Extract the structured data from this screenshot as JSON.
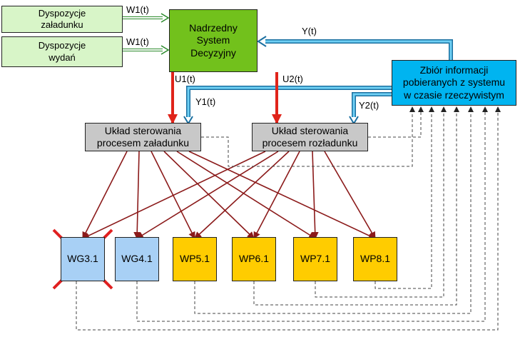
{
  "boxes": {
    "dispatch_loading": "Dyspozycje\nzaładunku",
    "dispatch_release": "Dyspozycje\nwydań",
    "master_system": "Nadrzedny\nSystem\nDecyzyjny",
    "info_collection": "Zbiór informacji\npobieranych z systemu\nw czasie rzeczywistym",
    "loading_control": "Układ sterowania\nprocesem załadunku",
    "unloading_control": "Układ sterowania\nprocesem rozładunku"
  },
  "nodes": [
    {
      "label": "WG3.1",
      "color": "#a8d0f5",
      "crossed": true
    },
    {
      "label": "WG4.1",
      "color": "#a8d0f5",
      "crossed": false
    },
    {
      "label": "WP5.1",
      "color": "#ffcc00",
      "crossed": false
    },
    {
      "label": "WP6.1",
      "color": "#ffcc00",
      "crossed": false
    },
    {
      "label": "WP7.1",
      "color": "#ffcc00",
      "crossed": false
    },
    {
      "label": "WP8.1",
      "color": "#ffcc00",
      "crossed": false
    }
  ],
  "signals": {
    "w1_top": "W1(t)",
    "w1_bottom": "W1(t)",
    "y": "Y(t)",
    "u1": "U1(t)",
    "u2": "U2(t)",
    "y1": "Y1(t)",
    "y2": "Y2(t)"
  },
  "colors": {
    "control_arrow": "#e0241a",
    "feedback_arrow": "#1aa0d8",
    "process_arrow": "#8b1a1a",
    "dashed_line": "#444444",
    "cross": "#e02020"
  }
}
